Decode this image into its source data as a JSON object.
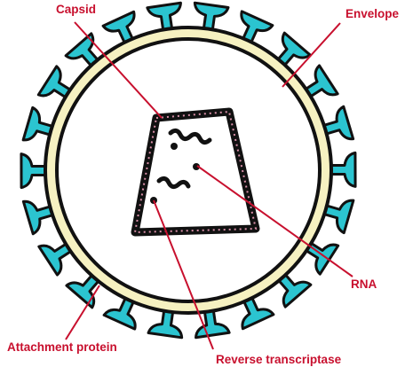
{
  "labels": {
    "capsid": "Capsid",
    "envelope": "Envelope",
    "rna": "RNA",
    "attachment_protein": "Attachment protein",
    "reverse_transcriptase": "Reverse transcriptase"
  },
  "colors": {
    "label": "#c8102e",
    "leader": "#c8102e",
    "spike": "#2bc4d0",
    "envelope_fill": "#f6f1c1",
    "outline": "#111111",
    "capsid_dots": "#d98fa8"
  },
  "spike_count": 22
}
